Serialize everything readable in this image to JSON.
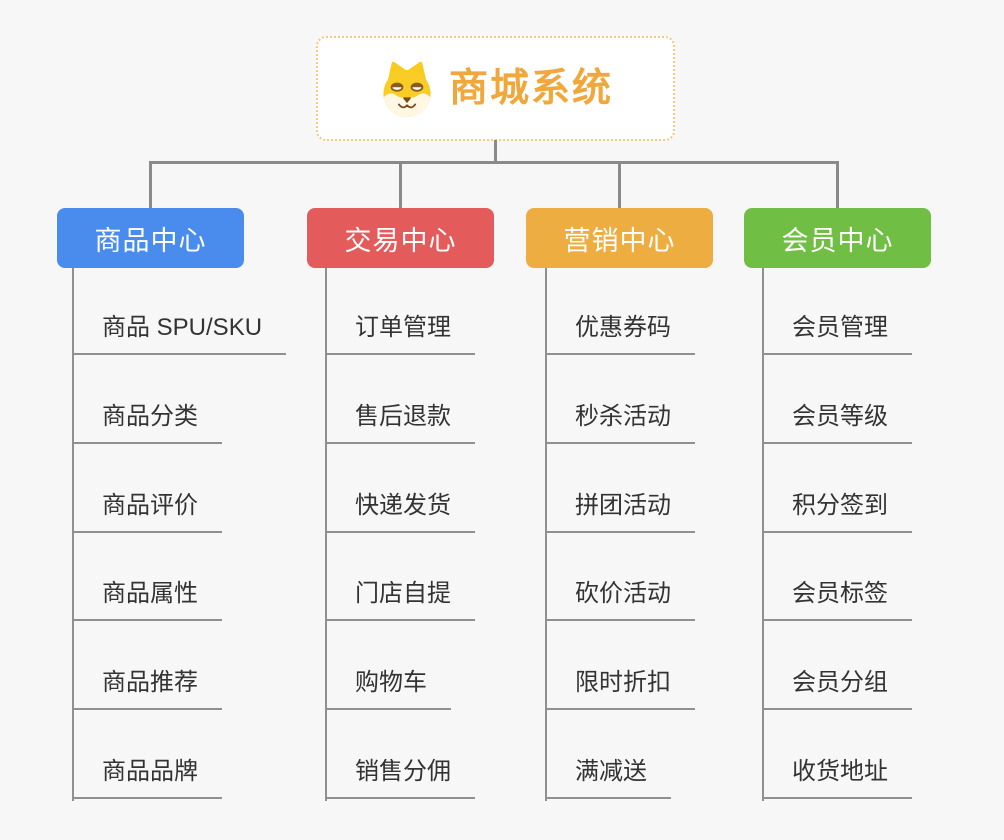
{
  "root": {
    "title": "商城系统",
    "title_color": "#f0a83c",
    "icon": "dog-icon",
    "border_color": "#f5c97e"
  },
  "canvas": {
    "background": "#f7f7f7",
    "connector_color": "#8a8a8a",
    "leaf_line_color": "#909090",
    "leaf_text_color": "#333333"
  },
  "branches": [
    {
      "label": "商品中心",
      "color": "#4a8cee",
      "items": [
        "商品 SPU/SKU",
        "商品分类",
        "商品评价",
        "商品属性",
        "商品推荐",
        "商品品牌"
      ]
    },
    {
      "label": "交易中心",
      "color": "#e45b5c",
      "items": [
        "订单管理",
        "售后退款",
        "快递发货",
        "门店自提",
        "购物车",
        "销售分佣"
      ]
    },
    {
      "label": "营销中心",
      "color": "#eead40",
      "items": [
        "优惠券码",
        "秒杀活动",
        "拼团活动",
        "砍价活动",
        "限时折扣",
        "满减送"
      ]
    },
    {
      "label": "会员中心",
      "color": "#70be44",
      "items": [
        "会员管理",
        "会员等级",
        "积分签到",
        "会员标签",
        "会员分组",
        "收货地址"
      ]
    }
  ]
}
